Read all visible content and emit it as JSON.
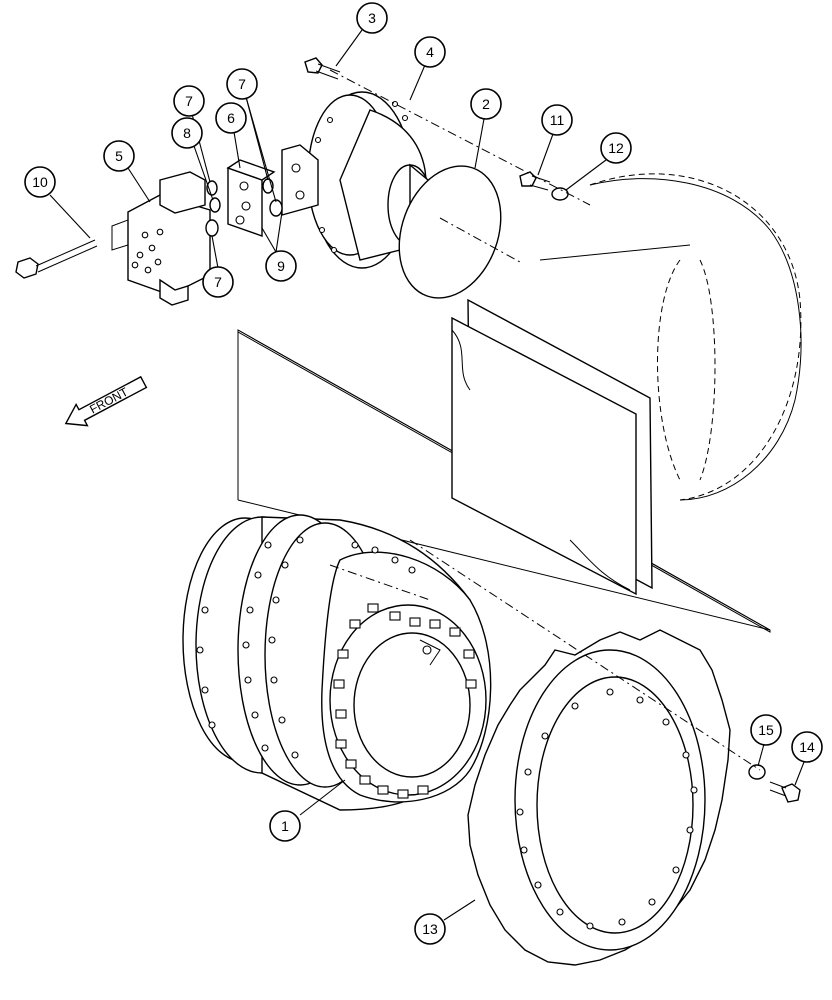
{
  "direction_label": "FRONT",
  "callouts": [
    {
      "id": "c1",
      "label": "1"
    },
    {
      "id": "c2",
      "label": "2"
    },
    {
      "id": "c3",
      "label": "3"
    },
    {
      "id": "c4",
      "label": "4"
    },
    {
      "id": "c5",
      "label": "5"
    },
    {
      "id": "c6",
      "label": "6"
    },
    {
      "id": "c7a",
      "label": "7"
    },
    {
      "id": "c7b",
      "label": "7"
    },
    {
      "id": "c7c",
      "label": "7"
    },
    {
      "id": "c8",
      "label": "8"
    },
    {
      "id": "c9",
      "label": "9"
    },
    {
      "id": "c10",
      "label": "10"
    },
    {
      "id": "c11",
      "label": "11"
    },
    {
      "id": "c12",
      "label": "12"
    },
    {
      "id": "c13",
      "label": "13"
    },
    {
      "id": "c14",
      "label": "14"
    },
    {
      "id": "c15",
      "label": "15"
    }
  ]
}
